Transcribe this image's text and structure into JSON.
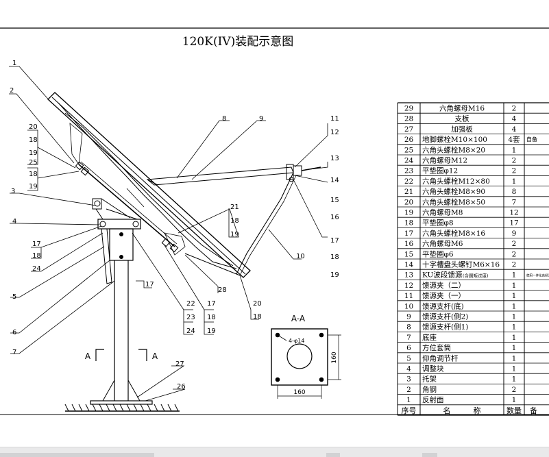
{
  "title": "120K(IV)装配示意图",
  "section": {
    "label": "A-A",
    "holes": "4-φ14",
    "dim_w": "160",
    "dim_h": "160"
  },
  "cut_marks": [
    "A",
    "A"
  ],
  "callouts": [
    "1",
    "2",
    "20",
    "18",
    "19",
    "25",
    "18",
    "19",
    "3",
    "4",
    "17",
    "18",
    "24",
    "5",
    "6",
    "7",
    "8",
    "9",
    "11",
    "12",
    "13",
    "14",
    "15",
    "16",
    "17",
    "18",
    "19",
    "10",
    "21",
    "18",
    "19",
    "17",
    "22",
    "23",
    "24",
    "17",
    "18",
    "19",
    "28",
    "20",
    "18",
    "27",
    "26"
  ],
  "parts_table": {
    "columns": [
      "序号",
      "名　　　称",
      "数量",
      "备"
    ],
    "rows": [
      {
        "no": "29",
        "name": "六角螺母M16",
        "qty": "2",
        "note": ""
      },
      {
        "no": "28",
        "name": "支板",
        "qty": "4",
        "note": ""
      },
      {
        "no": "27",
        "name": "加强板",
        "qty": "4",
        "note": ""
      },
      {
        "no": "26",
        "name": "地脚螺栓M10×100",
        "qty": "4套",
        "note": "自备"
      },
      {
        "no": "25",
        "name": "六角头螺栓M8×20",
        "qty": "1",
        "note": ""
      },
      {
        "no": "24",
        "name": "六角螺母M12",
        "qty": "2",
        "note": ""
      },
      {
        "no": "23",
        "name": "平垫圈φ12",
        "qty": "2",
        "note": ""
      },
      {
        "no": "22",
        "name": "六角头螺栓M12×80",
        "qty": "1",
        "note": ""
      },
      {
        "no": "21",
        "name": "六角头螺栓M8×90",
        "qty": "8",
        "note": ""
      },
      {
        "no": "20",
        "name": "六角头螺栓M8×50",
        "qty": "7",
        "note": ""
      },
      {
        "no": "19",
        "name": "六角螺母M8",
        "qty": "12",
        "note": ""
      },
      {
        "no": "18",
        "name": "平垫圈φ8",
        "qty": "17",
        "note": ""
      },
      {
        "no": "17",
        "name": "六角头螺栓M8×16",
        "qty": "9",
        "note": ""
      },
      {
        "no": "16",
        "name": "六角螺母M6",
        "qty": "2",
        "note": ""
      },
      {
        "no": "15",
        "name": "平垫圈φ6",
        "qty": "2",
        "note": ""
      },
      {
        "no": "14",
        "name": "十字槽盘头螺钉M6×16",
        "qty": "2",
        "note": ""
      },
      {
        "no": "13",
        "name": "KU波段馈源",
        "qty": "1",
        "note": "使用一体化高频头",
        "name_note": "(含圆矩过度)"
      },
      {
        "no": "12",
        "name": "馈源夹（二）",
        "qty": "1",
        "note": ""
      },
      {
        "no": "11",
        "name": "馈源夹（一）",
        "qty": "1",
        "note": ""
      },
      {
        "no": "10",
        "name": "馈源支杆(底)",
        "qty": "1",
        "note": ""
      },
      {
        "no": "9",
        "name": "馈源支杆(侧2)",
        "qty": "1",
        "note": ""
      },
      {
        "no": "8",
        "name": "馈源支杆(侧1)",
        "qty": "1",
        "note": ""
      },
      {
        "no": "7",
        "name": "底座",
        "qty": "1",
        "note": ""
      },
      {
        "no": "6",
        "name": "方位套筒",
        "qty": "1",
        "note": ""
      },
      {
        "no": "5",
        "name": "仰角调节杆",
        "qty": "1",
        "note": ""
      },
      {
        "no": "4",
        "name": "调整块",
        "qty": "1",
        "note": ""
      },
      {
        "no": "3",
        "name": "托架",
        "qty": "1",
        "note": ""
      },
      {
        "no": "2",
        "name": "角钢",
        "qty": "2",
        "note": ""
      },
      {
        "no": "1",
        "name": "反射面",
        "qty": "1",
        "note": ""
      }
    ]
  }
}
